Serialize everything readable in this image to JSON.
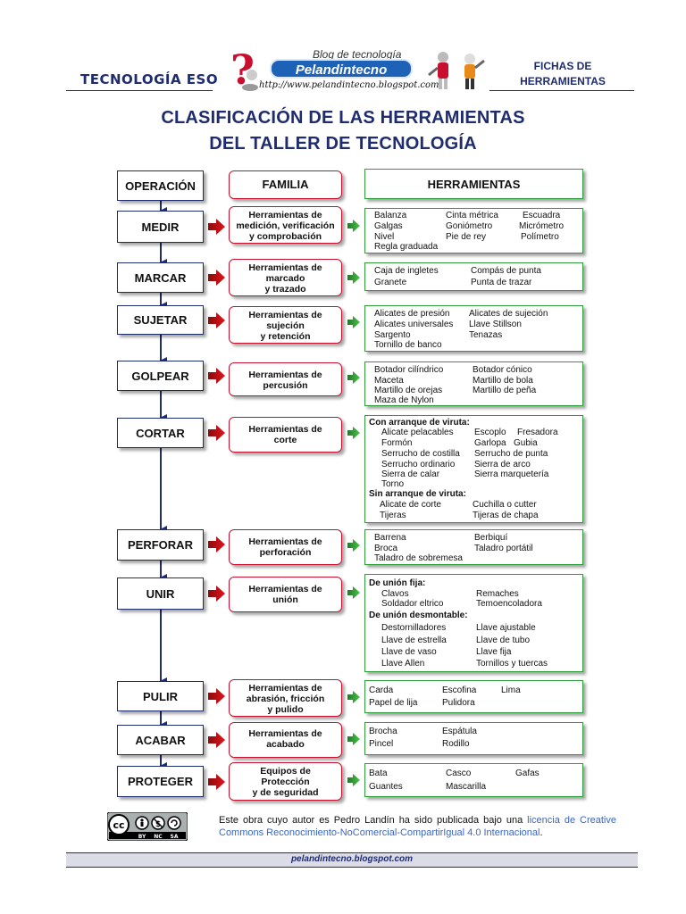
{
  "header": {
    "left": "TECNOLOGÍA ESO",
    "right_line1": "FICHAS DE",
    "right_line2": "HERRAMIENTAS",
    "logo_blog": "Blog de tecnología",
    "logo_name": "Pelandintecno",
    "logo_url": "http://www.pelandintecno.blogspot.com"
  },
  "title": {
    "line1": "CLASIFICACIÓN DE LAS HERRAMIENTAS",
    "line2": "DEL TALLER DE TECNOLOGÍA"
  },
  "columns": {
    "operation": "OPERACIÓN",
    "family": "FAMILIA",
    "tools": "HERRAMIENTAS"
  },
  "rows": [
    {
      "op": "MEDIR",
      "fam": [
        "Herramientas de",
        "medición, verificación",
        "y comprobación"
      ],
      "tools": [
        "Balanza",
        "Cinta métrica",
        "Escuadra",
        "Galgas",
        "Goniómetro",
        "Micrómetro",
        "Nivel",
        "Pie de rey",
        "Polímetro",
        "Regla graduada"
      ]
    },
    {
      "op": "MARCAR",
      "fam": [
        "Herramientas de",
        "marcado",
        "y trazado"
      ],
      "tools": [
        "Caja de ingletes",
        "Compás de punta",
        "Granete",
        "Punta de trazar"
      ]
    },
    {
      "op": "SUJETAR",
      "fam": [
        "Herramientas de",
        "sujeción",
        "y retención"
      ],
      "tools": [
        "Alicates de presión",
        "Alicates de sujeción",
        "Alicates universales",
        "Llave Stillson",
        "Sargento",
        "Tenazas",
        "Tornillo de banco"
      ]
    },
    {
      "op": "GOLPEAR",
      "fam": [
        "Herramientas de",
        "percusión"
      ],
      "tools": [
        "Botador cilíndrico",
        "Botador cónico",
        "Maceta",
        "Martillo de bola",
        "Martillo de orejas",
        "Martillo de peña",
        "Maza de Nylon"
      ]
    },
    {
      "op": "CORTAR",
      "fam": [
        "Herramientas de",
        "corte"
      ],
      "subs": [
        "Con arranque de viruta:",
        "Sin arranque de viruta:"
      ],
      "tools": [
        "Alicate pelacables",
        "Escoplo",
        "Fresadora",
        "Formón",
        "Garlopa",
        "Gubia",
        "Serrucho de costilla",
        "Serrucho de punta",
        "Serrucho ordinario",
        "Sierra de arco",
        "Sierra de calar",
        "Sierra marquetería",
        "Torno",
        "Alicate de corte",
        "Cuchilla o cutter",
        "Tijeras",
        "Tijeras de chapa"
      ]
    },
    {
      "op": "PERFORAR",
      "fam": [
        "Herramientas de",
        "perforación"
      ],
      "tools": [
        "Barrena",
        "Berbiquí",
        "Broca",
        "Taladro portátil",
        "Taladro de sobremesa"
      ]
    },
    {
      "op": "UNIR",
      "fam": [
        "Herramientas de",
        "unión"
      ],
      "subs": [
        "De unión fija:",
        "De unión desmontable:"
      ],
      "tools": [
        "Clavos",
        "Remaches",
        "Soldador eltrico",
        "Temoencoladora",
        "Destornilladores",
        "Llave ajustable",
        "Llave de estrella",
        "Llave de tubo",
        "Llave de vaso",
        "Llave fija",
        "Llave Allen",
        "Tornillos y tuercas"
      ]
    },
    {
      "op": "PULIR",
      "fam": [
        "Herramientas de",
        "abrasión, fricción",
        "y pulido"
      ],
      "tools": [
        "Carda",
        "Escofina",
        "Lima",
        "Papel de lija",
        "Pulidora"
      ]
    },
    {
      "op": "ACABAR",
      "fam": [
        "Herramientas de",
        "acabado"
      ],
      "tools": [
        "Brocha",
        "Espátula",
        "Pincel",
        "Rodillo"
      ]
    },
    {
      "op": "PROTEGER",
      "fam": [
        "Equipos de",
        "Protección",
        "y de seguridad"
      ],
      "tools": [
        "Bata",
        "Casco",
        "Gafas",
        "Guantes",
        "Mascarilla"
      ]
    }
  ],
  "footer": {
    "cc_labels": [
      "cc",
      "BY",
      "NC",
      "SA"
    ],
    "text": "Este obra cuyo autor es Pedro Landín  ha sido publicada bajo una ",
    "link": "licencia de Creative Commons Reconocimiento-NoComercial-CompartirIgual 4.0 Internacional",
    "end": ".",
    "site": "pelandintecno.blogspot.com"
  },
  "colors": {
    "navy": "#1f2c6e",
    "red": "#c8102e",
    "green": "#2e9e3a"
  }
}
